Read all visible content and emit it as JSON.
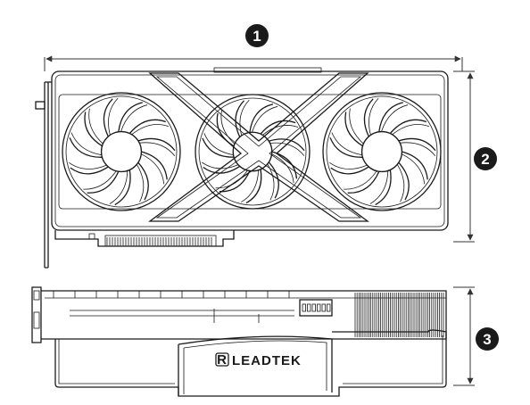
{
  "markers": [
    {
      "id": "marker-1",
      "label": "1"
    },
    {
      "id": "marker-2",
      "label": "2"
    },
    {
      "id": "marker-3",
      "label": "3"
    }
  ],
  "brand": {
    "logo_text": "LEADTEK",
    "logo_glyph": "R"
  },
  "colors": {
    "line": "#1a1a1a",
    "badge": "#1a1a1a",
    "background": "#ffffff"
  }
}
